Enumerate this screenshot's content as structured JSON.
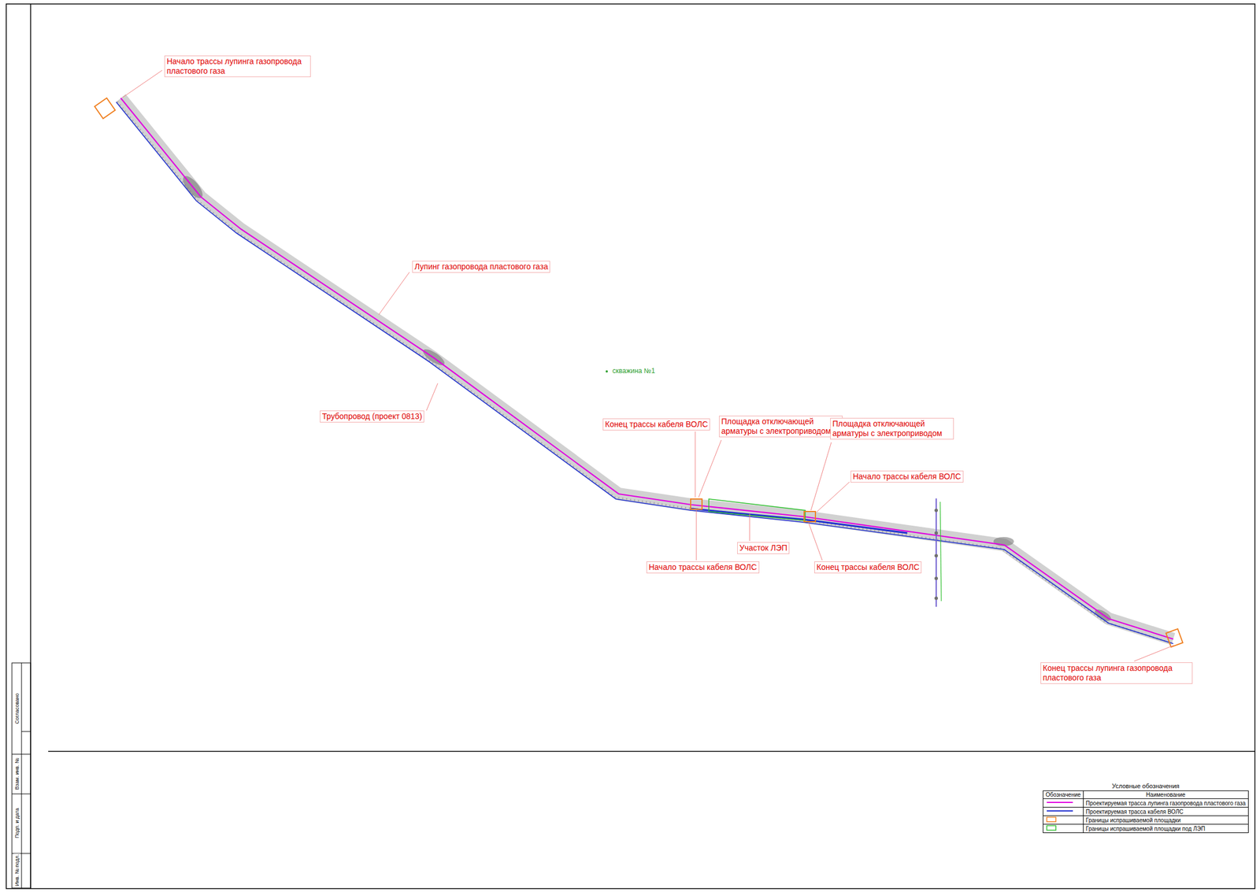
{
  "diagram": {
    "labels": [
      "Начало трассы лупинга газопровода пластового газа",
      "Лупинг газопровода пластового газа",
      "скважина №1",
      "Трубопровод (проект 0813)",
      "Конец трассы кабеля ВОЛС",
      "Площадка отключающей арматуры с электроприводом",
      "Площадка отключающей арматуры с электроприводом",
      "Начало трассы кабеля ВОЛС",
      "Участок ЛЭП",
      "Начало трассы кабеля ВОЛС",
      "Конец трассы кабеля ВОЛС",
      "Конец трассы лупинга газопровода пластового газа",
      "Согласовано",
      "Взам. инв. №",
      "Подп. и дата",
      "Инв. № подл.",
      "Условные обозначения",
      "Обозначение",
      "Наименование"
    ],
    "legend": [
      {
        "text": "Проектируемая трасса лупинга газопровода пластового газа"
      },
      {
        "text": "Проектируемая трасса кабеля ВОЛС"
      },
      {
        "text": "Границы испрашиваемой площадки"
      },
      {
        "text": "Границы испрашиваемой площадки под ЛЭП"
      }
    ]
  }
}
